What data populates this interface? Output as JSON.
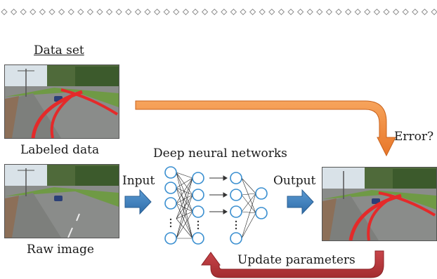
{
  "labels": {
    "dataset": "Data set",
    "labeled": "Labeled data",
    "raw": "Raw image",
    "dnn": "Deep neural networks",
    "input": "Input",
    "output": "Output",
    "error": "Error?",
    "update": "Update parameters"
  },
  "colors": {
    "flow_arrow": "#4a86c0",
    "error_arrow": "#f0883a",
    "update_arrow": "#b8373a",
    "neuron": "#3a8fd0",
    "lane_label": "#e42a2a"
  }
}
